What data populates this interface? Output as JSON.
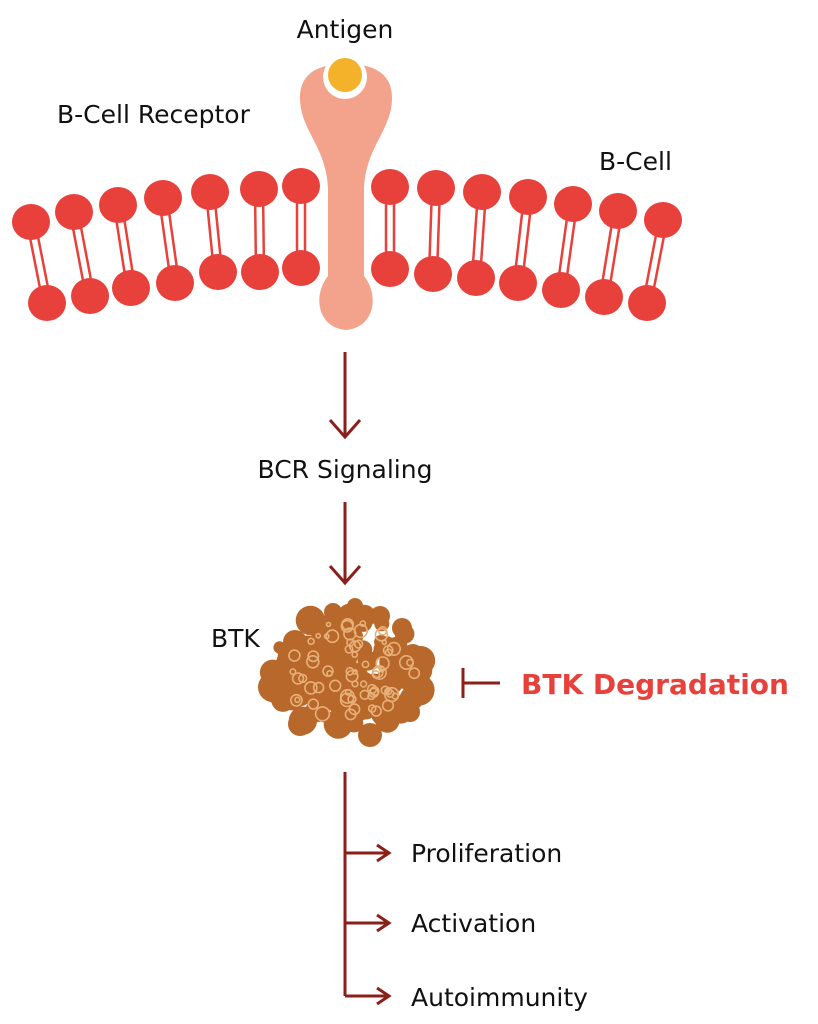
{
  "labels": {
    "antigen": "Antigen",
    "bcr": "B-Cell Receptor",
    "bcell": "B-Cell",
    "signaling": "BCR Signaling",
    "btk": "BTK",
    "degradation": "BTK Degradation"
  },
  "outcomes": [
    "Proliferation",
    "Activation",
    "Autoimmunity"
  ],
  "colors": {
    "lipid_head": "#e8403a",
    "receptor": "#f3a38b",
    "antigen": "#f4b12a",
    "arrow": "#8b1f1a",
    "degradation_text": "#e8403a",
    "protein_dark": "#b8682a",
    "protein_light": "#e7b078",
    "text": "#111111"
  }
}
